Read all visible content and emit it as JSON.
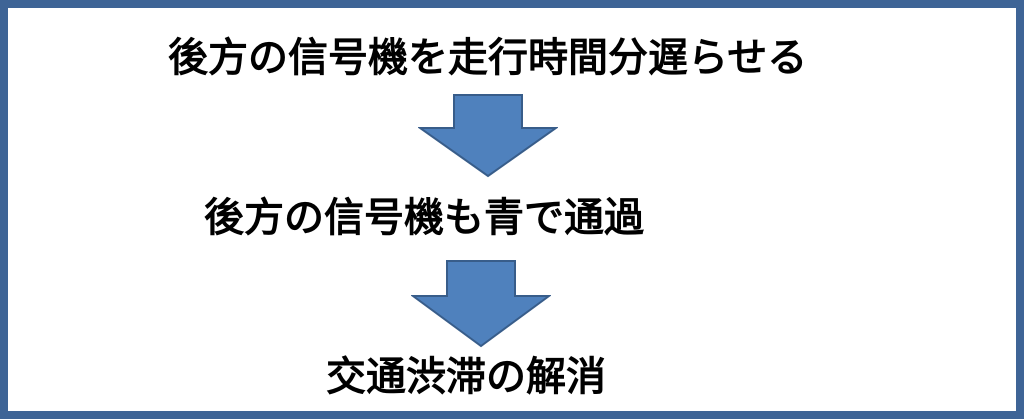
{
  "diagram": {
    "steps": [
      {
        "text": "後方の信号機を走行時間分遅らせる"
      },
      {
        "text": "後方の信号機も青で通過"
      },
      {
        "text": "交通渋滞の解消"
      }
    ],
    "arrow_direction": "down"
  },
  "colors": {
    "frame_border": "#3e6496",
    "arrow_fill": "#4f81bd",
    "arrow_stroke": "#385d8a",
    "text": "#000000",
    "background": "#ffffff"
  }
}
